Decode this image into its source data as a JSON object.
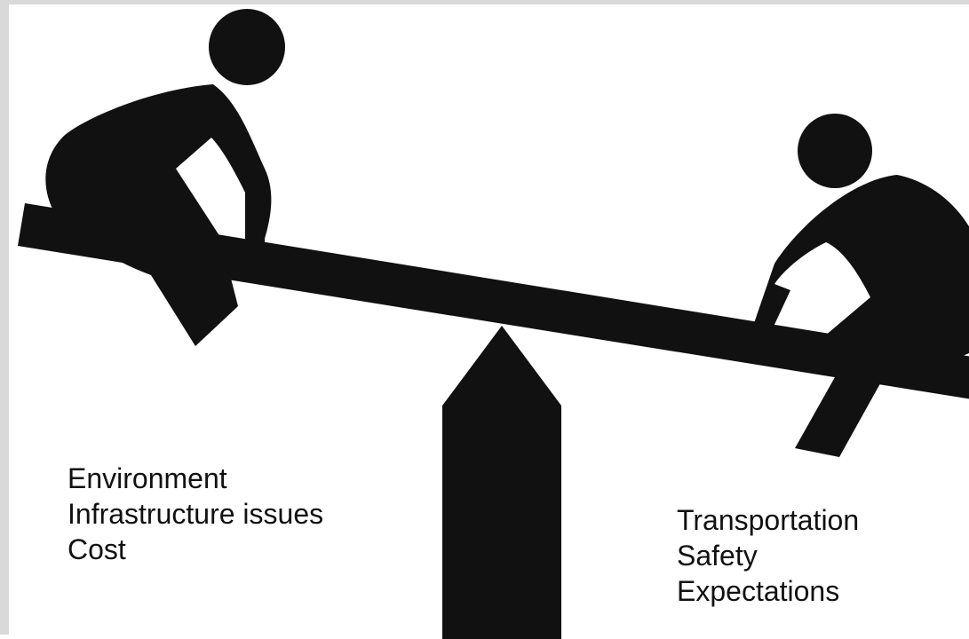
{
  "colors": {
    "figure": "#111111",
    "background": "#ffffff",
    "border": "#d9d9d9",
    "text": "#111111"
  },
  "left_list": {
    "items": [
      "Environment",
      "Infrastructure issues",
      "Cost"
    ]
  },
  "right_list": {
    "items": [
      "Transportation",
      "Safety",
      "Expectations"
    ]
  }
}
